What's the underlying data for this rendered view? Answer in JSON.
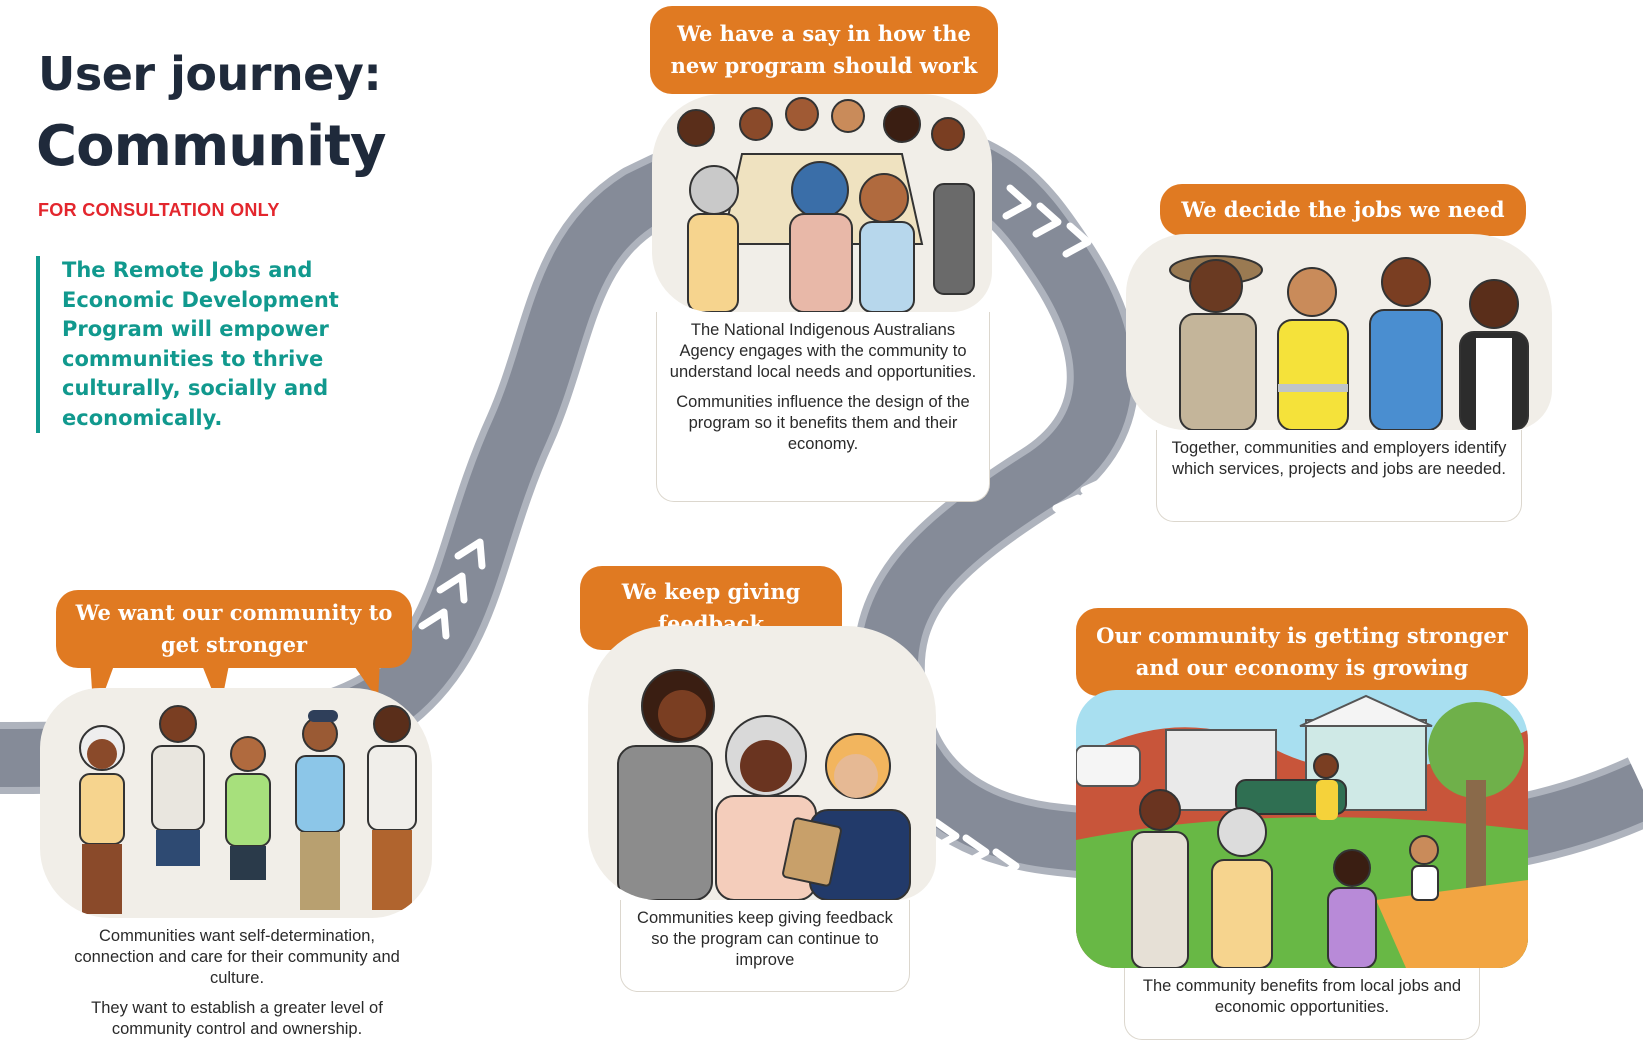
{
  "header": {
    "title_line1": "User journey:",
    "title_line2": "Community",
    "consultation_note": "FOR CONSULTATION ONLY",
    "intro": "The Remote Jobs and Economic Development Program will empower communities to thrive culturally, socially and economically."
  },
  "steps": [
    {
      "heading": "We want our community to get stronger",
      "paragraphs": [
        "Communities want self-determination, connection and care for their community and culture.",
        "They want to establish a greater level of community control and ownership."
      ]
    },
    {
      "heading": "We have a say in how the new program should work",
      "paragraphs": [
        "The National Indigenous Australians Agency engages with the community to understand local needs and opportunities.",
        "Communities influence the design of the program so it benefits them and their economy."
      ]
    },
    {
      "heading": "We decide the jobs we need",
      "paragraphs": [
        "Together, communities and employers identify which services, projects and jobs are needed."
      ]
    },
    {
      "heading": "We keep giving feedback",
      "paragraphs": [
        "Communities keep giving feedback so the program can continue to improve"
      ]
    },
    {
      "heading": "Our community is getting stronger and our economy is growing",
      "paragraphs": [
        "The community benefits from local jobs and economic opportunities."
      ]
    }
  ],
  "colors": {
    "heading_navy": "#1f2a3b",
    "consult_red": "#e3262d",
    "intro_teal": "#11998e",
    "bubble_orange": "#e07a22",
    "road_grey": "#8a909d",
    "road_edge": "#aeb3bd"
  }
}
